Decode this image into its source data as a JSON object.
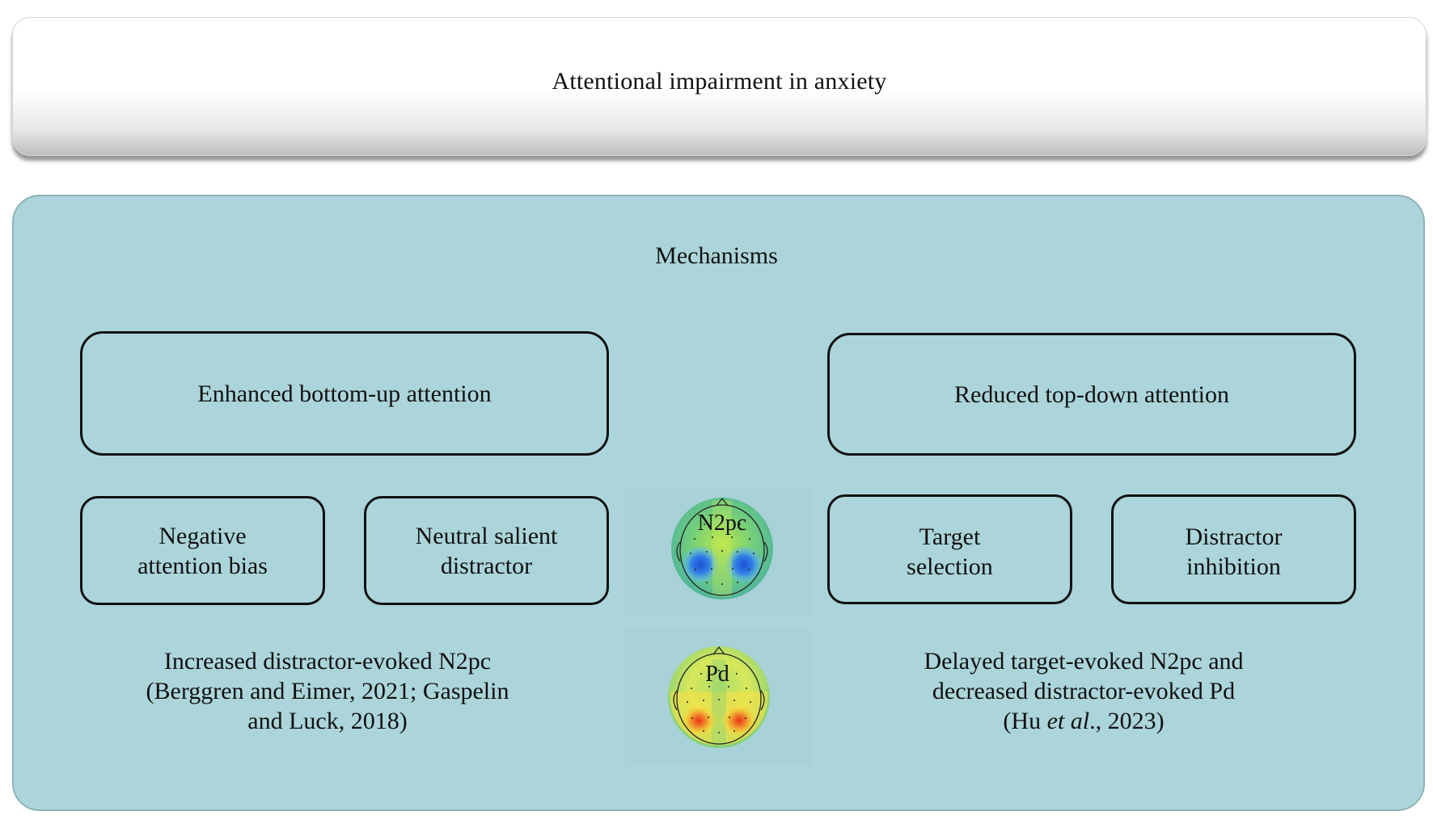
{
  "title": "Attentional impairment in anxiety",
  "mechanisms": {
    "title": "Mechanisms",
    "bottom_up": {
      "header": "Enhanced bottom-up attention",
      "items": [
        "Negative\nattention bias",
        "Neutral salient\ndistractor"
      ],
      "evidence": "Increased distractor-evoked N2pc\n(Berggren and Eimer, 2021; Gaspelin\nand Luck, 2018)"
    },
    "top_down": {
      "header": "Reduced top-down attention",
      "items": [
        "Target\nselection",
        "Distractor\ninhibition"
      ],
      "evidence_line1": "Delayed target-evoked N2pc and",
      "evidence_line2": "decreased distractor-evoked Pd",
      "evidence_line3_pre": "(Hu ",
      "evidence_line3_italic": "et al",
      "evidence_line3_post": "., 2023)"
    },
    "topomaps": [
      {
        "label": "N2pc",
        "polarity": "negative",
        "blob_color": "#1f5fd6"
      },
      {
        "label": "Pd",
        "polarity": "positive",
        "blob_color": "#e8471c"
      }
    ]
  },
  "colors": {
    "panel": "#abd5da",
    "panel_border": "#8fb3b8",
    "box_border": "#111111"
  }
}
